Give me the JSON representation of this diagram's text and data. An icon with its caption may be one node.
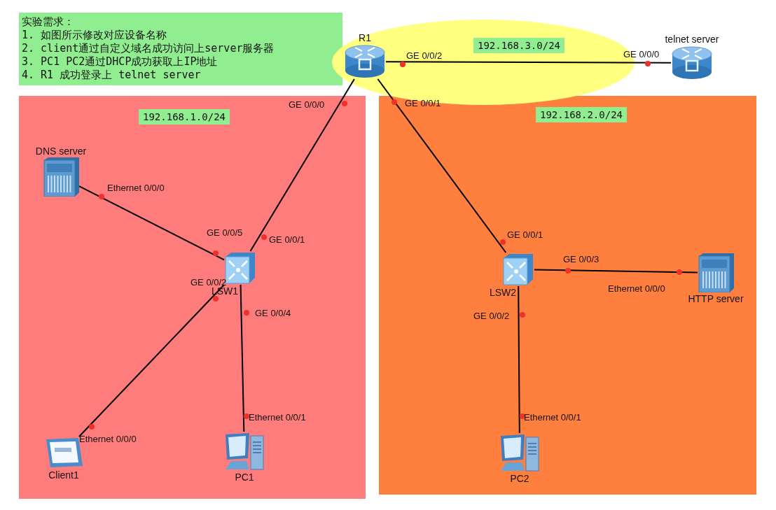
{
  "diagram": {
    "nodes": [
      {
        "text": [
          "实验需求：",
          "1. 如图所示修改对应设备名称",
          "2. client通过自定义域名成功访问上server服务器",
          "3. PC1 PC2通过DHCP成功获取上IP地址",
          "4. R1 成功登录上 telnet server"
        ]
      },
      {
        "text": [
          "192.168.1.0/24"
        ]
      },
      {
        "text": [
          "192.168.2.0/24"
        ]
      },
      {
        "text": [
          "192.168.3.0/24"
        ]
      },
      {
        "text": [
          "R1"
        ],
        "in": 3
      },
      {
        "text": [
          "telnet server"
        ]
      },
      {
        "text": [
          "DNS server"
        ],
        "in": 1
      },
      {
        "text": [
          "LSW1"
        ],
        "in": 1
      },
      {
        "text": [
          "Client1"
        ],
        "in": 1
      },
      {
        "text": [
          "PC1"
        ],
        "in": 1
      },
      {
        "text": [
          "LSW2"
        ],
        "in": 2
      },
      {
        "text": [
          "HTTP server"
        ],
        "in": 2
      },
      {
        "text": [
          "PC2"
        ],
        "in": 2
      }
    ],
    "edges": [
      {
        "from": 4,
        "to": 5,
        "arrow": "none"
      },
      {
        "from": 4,
        "to": 7,
        "arrow": "none"
      },
      {
        "from": 4,
        "to": 10,
        "arrow": "none"
      },
      {
        "from": 6,
        "to": 7,
        "arrow": "none"
      },
      {
        "from": 7,
        "to": 8,
        "arrow": "none"
      },
      {
        "from": 7,
        "to": 9,
        "arrow": "none"
      },
      {
        "from": 10,
        "to": 11,
        "arrow": "none"
      },
      {
        "from": 10,
        "to": 12,
        "arrow": "none"
      }
    ],
    "labels": [
      "GE 0/0/2",
      "GE 0/0/0",
      "GE 0/0/0",
      "GE 0/0/1",
      "Ethernet 0/0/0",
      "GE 0/0/5",
      "GE 0/0/1",
      "GE 0/0/1",
      "GE 0/0/3",
      "GE 0/0/2",
      "Ethernet 0/0/0",
      "GE 0/0/4",
      "GE 0/0/2",
      "Ethernet 0/0/1",
      "Ethernet 0/0/1",
      "Ethernet 0/0/0"
    ]
  }
}
